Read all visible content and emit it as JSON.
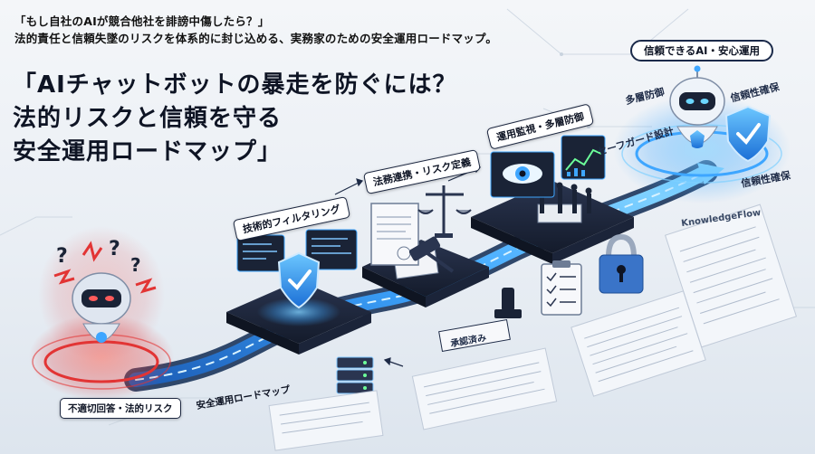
{
  "intro": {
    "line1": "「もし自社のAIが競合他社を誹謗中傷したら？」",
    "line2": "法的責任と信頼失墜のリスクを体系的に封じ込める、実務家のための安全運用ロードマップ。"
  },
  "headline": {
    "line1": "「AIチャットボットの暴走を防ぐには？",
    "line2": "法的リスクと信頼を守る",
    "line3": "安全運用ロードマップ」"
  },
  "labels": {
    "start_risk": "不適切回答・法的リスク",
    "road": "安全運用ロードマップ",
    "step1": "技術的フィルタリング",
    "step2": "法務連携・リスク定義",
    "step3": "運用監視・多層防御",
    "goal": "信頼できるAI・安心運用",
    "layered_defense": "多層防御",
    "safeguard_design": "セーフガード設計",
    "reliability_1": "信頼性確保",
    "reliability_2": "信頼性確保",
    "brand": "KnowledgeFlow",
    "approved_stamp": "承認済み"
  },
  "colors": {
    "glow_blue": "#3ea6ff",
    "danger_red": "#e23434",
    "platform_dark": "#1a2336",
    "ink": "#0e1424"
  }
}
